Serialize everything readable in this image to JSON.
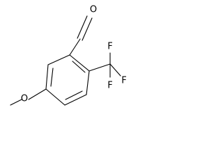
{
  "molecule": {
    "atoms": {
      "aldehyde_oxygen": "O",
      "fluorine_top": "F",
      "fluorine_right": "F",
      "fluorine_bottom": "F",
      "methoxy_oxygen": "O"
    }
  }
}
